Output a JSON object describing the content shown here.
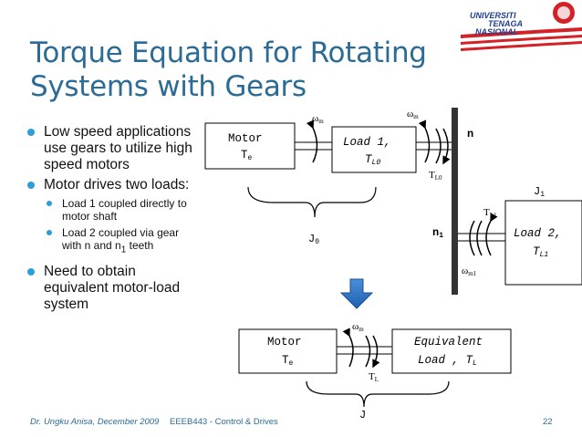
{
  "slide": {
    "title_line1": "Torque Equation for Rotating",
    "title_line2": "Systems with Gears",
    "logo": {
      "line1": "UNIVERSITI",
      "line2": "TENAGA",
      "line3": "NASIONAL"
    },
    "bullets": {
      "b1": "Low speed applications use gears to utilize high speed motors",
      "b2": "Motor drives two loads:",
      "b2_sub1": "Load 1 coupled directly to motor shaft",
      "b2_sub2_pre": "Load 2 coupled via gear with n and n",
      "b2_sub2_sub": "1",
      "b2_sub2_post": " teeth",
      "b3": "Need to obtain equivalent motor-load system"
    },
    "footer": {
      "author": "Dr. Ungku Anisa, December 2009",
      "course": "EEEB443 - Control & Drives",
      "page": "22"
    }
  },
  "diagram": {
    "motor_label": "Motor",
    "te": "T",
    "te_sub": "e",
    "load1_label": "Load 1,",
    "tl0": "T",
    "tl0_sub": "L0",
    "omega": "ω",
    "omega_sub": "m",
    "n": "n",
    "n1": "n",
    "n1_sub": "1",
    "j0": "J",
    "j0_sub": "0",
    "j1": "J",
    "j1_sub": "1",
    "tl1": "T",
    "tl1_sub": "L1",
    "load2_label": "Load 2,",
    "omega_m1_sub": "m1",
    "eq_motor_label": "Motor",
    "eq_load_label1": "Equivalent",
    "eq_load_label2": "Load , T",
    "eq_load_sub": "L",
    "tl": "T",
    "tl_sub": "L",
    "j": "J"
  }
}
